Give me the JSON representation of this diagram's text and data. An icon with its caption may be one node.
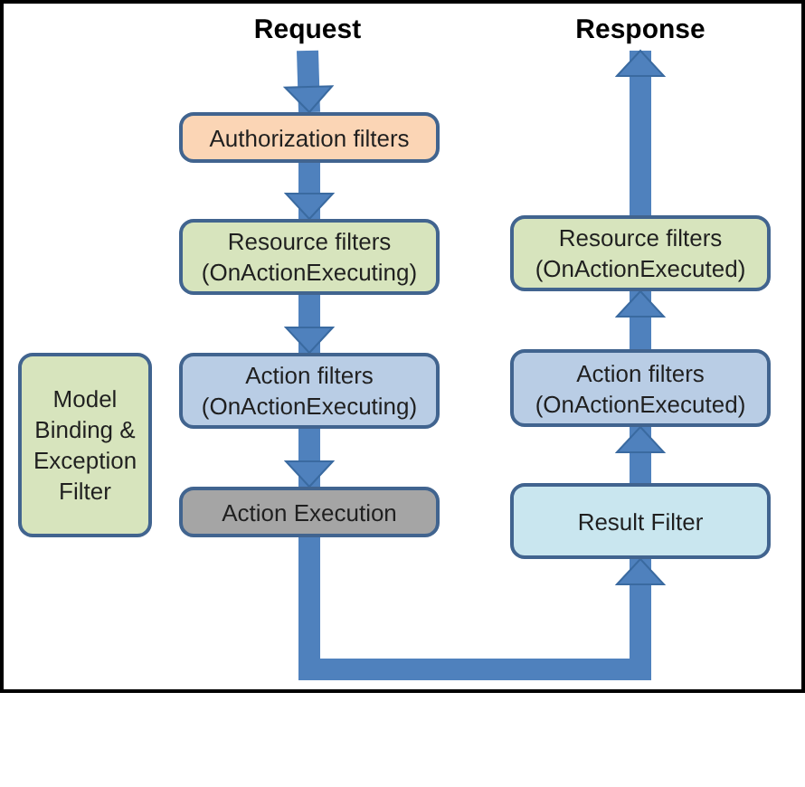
{
  "diagram": {
    "nodes": [
      {
        "text": [
          "Request"
        ]
      },
      {
        "text": [
          "Authorization filters"
        ]
      },
      {
        "text": [
          "Resource filters (OnActionExecuting)"
        ]
      },
      {
        "text": [
          "Action filters (OnActionExecuting)"
        ]
      },
      {
        "text": [
          "Action Execution"
        ]
      },
      {
        "text": [
          "Result Filter"
        ]
      },
      {
        "text": [
          "Action filters (OnActionExecuted)"
        ]
      },
      {
        "text": [
          "Resource filters (OnActionExecuted)"
        ]
      },
      {
        "text": [
          "Response"
        ]
      },
      {
        "text": [
          "Model Binding & Exception Filter"
        ]
      }
    ],
    "edges": [
      {
        "from": 0,
        "to": 1,
        "arrow": "to"
      },
      {
        "from": 1,
        "to": 2,
        "arrow": "to"
      },
      {
        "from": 2,
        "to": 3,
        "arrow": "to"
      },
      {
        "from": 3,
        "to": 4,
        "arrow": "to"
      },
      {
        "from": 4,
        "to": 5,
        "arrow": "to"
      },
      {
        "from": 5,
        "to": 6,
        "arrow": "to"
      },
      {
        "from": 6,
        "to": 7,
        "arrow": "to"
      },
      {
        "from": 7,
        "to": 8,
        "arrow": "to"
      }
    ]
  }
}
